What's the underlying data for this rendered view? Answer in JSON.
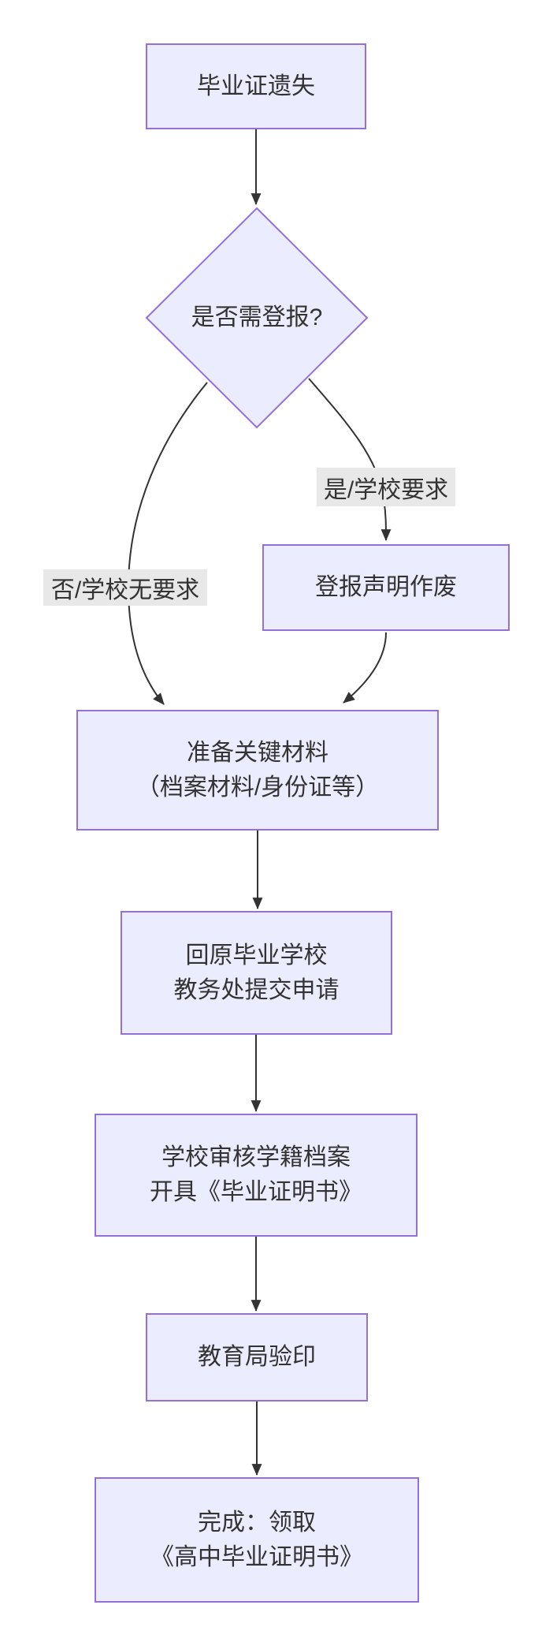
{
  "diagram": {
    "type": "flowchart",
    "background": "#ffffff",
    "nodes": {
      "start": {
        "label": "毕业证遗失",
        "shape": "rect"
      },
      "decision": {
        "label": "是否需登报?",
        "shape": "diamond"
      },
      "publish": {
        "label": "登报声明作废",
        "shape": "rect"
      },
      "prepare": {
        "label": "准备关键材料\n（档案材料/身份证等）",
        "shape": "rect"
      },
      "apply": {
        "label": "回原毕业学校\n教务处提交申请",
        "shape": "rect"
      },
      "review": {
        "label": "学校审核学籍档案\n开具《毕业证明书》",
        "shape": "rect"
      },
      "verify": {
        "label": "教育局验印",
        "shape": "rect"
      },
      "done": {
        "label": "完成：领取\n《高中毕业证明书》",
        "shape": "rect"
      }
    },
    "edge_labels": {
      "no": "否/学校无要求",
      "yes": "是/学校要求"
    },
    "edges": [
      "start -> decision",
      "decision -(否/学校无要求)-> prepare",
      "decision -(是/学校要求)-> publish",
      "publish -> prepare",
      "prepare -> apply",
      "apply -> review",
      "review -> verify",
      "verify -> done"
    ],
    "colors": {
      "node_fill": "#ECECFF",
      "node_border": "#9370DB",
      "edge": "#333333",
      "edge_label_bg": "#e8e8e8",
      "text": "#333333"
    }
  }
}
